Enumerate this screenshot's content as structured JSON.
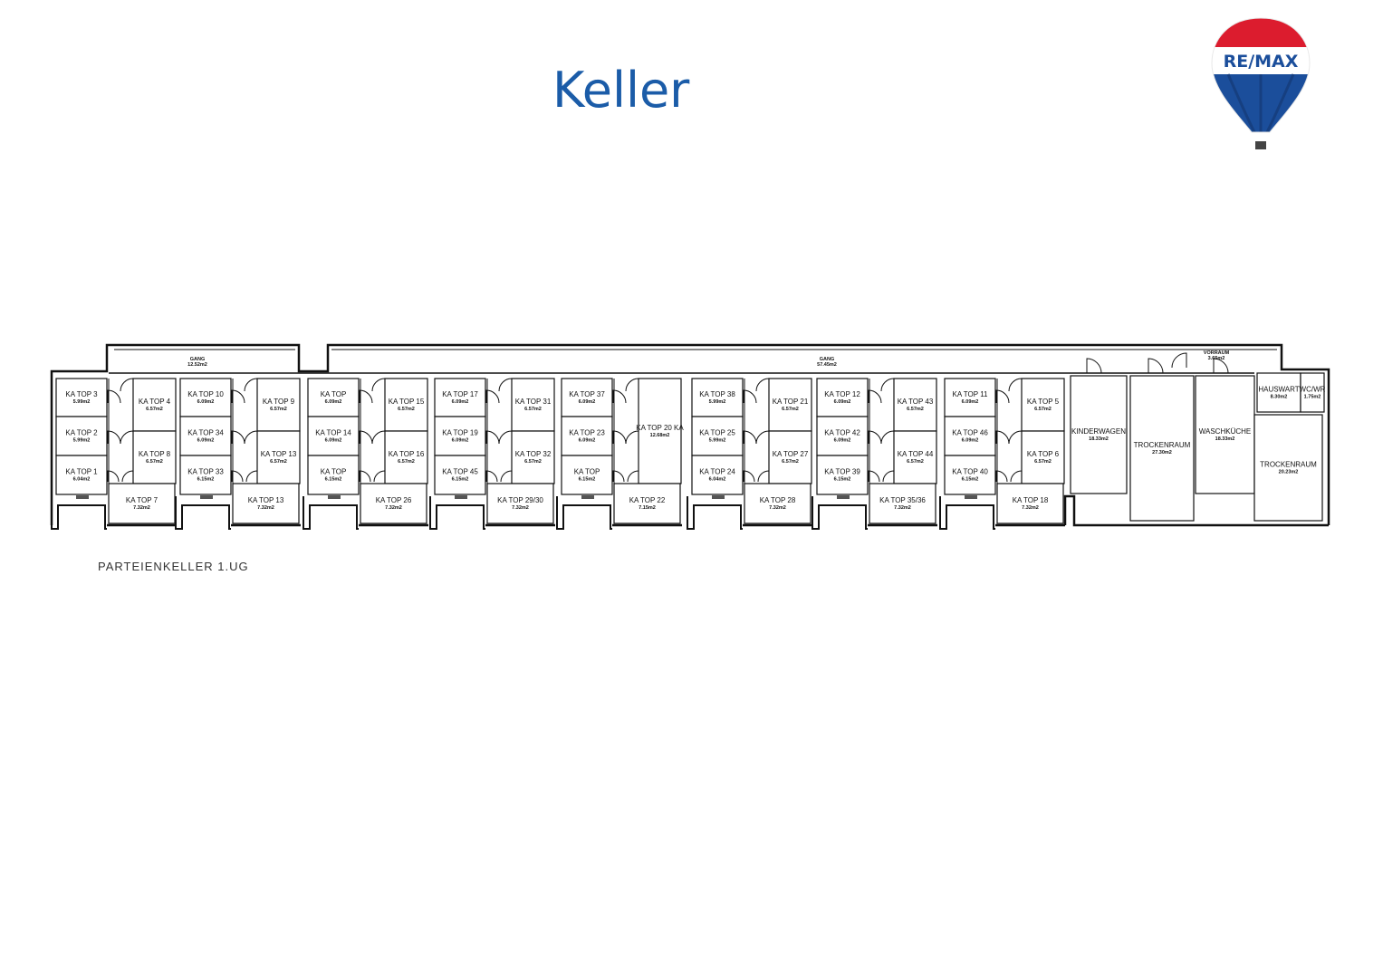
{
  "header": {
    "title": "Keller",
    "logo_text": "RE/MAX"
  },
  "caption": "PARTEIENKELLER 1.UG",
  "plan": {
    "gang_small": {
      "label": "GANG",
      "area": "12.52m2"
    },
    "gang_large": {
      "label": "GANG",
      "area": "57.45m2"
    },
    "vorraum": {
      "label": "VORRAUM",
      "area": "3.65m2"
    },
    "modules": [
      {
        "left": [
          {
            "label": "KA TOP 3",
            "area": "5.99m2"
          },
          {
            "label": "KA TOP 2",
            "area": "5.99m2"
          },
          {
            "label": "KA TOP 1",
            "area": "6.04m2"
          }
        ],
        "right": [
          {
            "label": "KA TOP 4",
            "area": "6.57m2"
          },
          {
            "label": "KA TOP 8",
            "area": "6.57m2"
          }
        ],
        "bottom": {
          "label": "KA TOP 7",
          "area": "7.32m2"
        }
      },
      {
        "left": [
          {
            "label": "KA TOP 10",
            "area": "6.09m2"
          },
          {
            "label": "KA TOP 34",
            "area": "6.09m2"
          },
          {
            "label": "KA TOP 33",
            "area": "6.15m2"
          }
        ],
        "right": [
          {
            "label": "KA TOP 9",
            "area": "6.57m2"
          },
          {
            "label": "KA TOP 13",
            "area": "6.57m2"
          }
        ],
        "bottom": {
          "label": "KA TOP 13",
          "area": "7.32m2"
        }
      },
      {
        "left": [
          {
            "label": "KA TOP",
            "area": "6.09m2"
          },
          {
            "label": "KA TOP 14",
            "area": "6.09m2"
          },
          {
            "label": "KA TOP",
            "area": "6.15m2"
          }
        ],
        "right": [
          {
            "label": "KA TOP 15",
            "area": "6.57m2"
          },
          {
            "label": "KA TOP 16",
            "area": "6.57m2"
          }
        ],
        "bottom": {
          "label": "KA TOP 26",
          "area": "7.32m2"
        }
      },
      {
        "left": [
          {
            "label": "KA TOP 17",
            "area": "6.09m2"
          },
          {
            "label": "KA TOP 19",
            "area": "6.09m2"
          },
          {
            "label": "KA TOP 45",
            "area": "6.15m2"
          }
        ],
        "right": [
          {
            "label": "KA TOP 31",
            "area": "6.57m2"
          },
          {
            "label": "KA TOP 32",
            "area": "6.57m2"
          }
        ],
        "bottom": {
          "label": "KA TOP 29/30",
          "area": "7.32m2"
        }
      },
      {
        "left": [
          {
            "label": "KA TOP 37",
            "area": "6.09m2"
          },
          {
            "label": "KA TOP 23",
            "area": "6.09m2"
          },
          {
            "label": "KA TOP",
            "area": "6.15m2"
          }
        ],
        "right": [
          {
            "label": "KA TOP 20 KA",
            "area": "12.68m2"
          }
        ],
        "bottom": {
          "label": "KA TOP 22",
          "area": "7.15m2"
        }
      },
      {
        "left": [
          {
            "label": "KA TOP 38",
            "area": "5.99m2"
          },
          {
            "label": "KA TOP 25",
            "area": "5.99m2"
          },
          {
            "label": "KA TOP 24",
            "area": "6.04m2"
          }
        ],
        "right": [
          {
            "label": "KA TOP 21",
            "area": "6.57m2"
          },
          {
            "label": "KA TOP 27",
            "area": "6.57m2"
          }
        ],
        "bottom": {
          "label": "KA TOP 28",
          "area": "7.32m2"
        }
      },
      {
        "left": [
          {
            "label": "KA TOP 12",
            "area": "6.09m2"
          },
          {
            "label": "KA TOP 42",
            "area": "6.09m2"
          },
          {
            "label": "KA TOP 39",
            "area": "6.15m2"
          }
        ],
        "right": [
          {
            "label": "KA TOP 43",
            "area": "6.57m2"
          },
          {
            "label": "KA TOP 44",
            "area": "6.57m2"
          }
        ],
        "bottom": {
          "label": "KA TOP 35/36",
          "area": "7.32m2"
        }
      },
      {
        "left": [
          {
            "label": "KA TOP 11",
            "area": "6.09m2"
          },
          {
            "label": "KA TOP 46",
            "area": "6.09m2"
          },
          {
            "label": "KA TOP 40",
            "area": "6.15m2"
          }
        ],
        "right": [
          {
            "label": "KA TOP 5",
            "area": "6.57m2"
          },
          {
            "label": "KA TOP 6",
            "area": "6.57m2"
          }
        ],
        "bottom": {
          "label": "KA TOP 18",
          "area": "7.32m2"
        }
      }
    ],
    "service_rooms": [
      {
        "label": "KINDERWAGEN",
        "area": "18.33m2"
      },
      {
        "label": "TROCKENRAUM",
        "area": "27.30m2"
      },
      {
        "label": "WASCHKÜCHE",
        "area": "18.33m2"
      },
      {
        "label": "HAUSWART",
        "area": "8.30m2"
      },
      {
        "label": "WC/WR",
        "area": "1.75m2"
      },
      {
        "label": "TROCKENRAUM",
        "area": "20.23m2"
      }
    ]
  }
}
